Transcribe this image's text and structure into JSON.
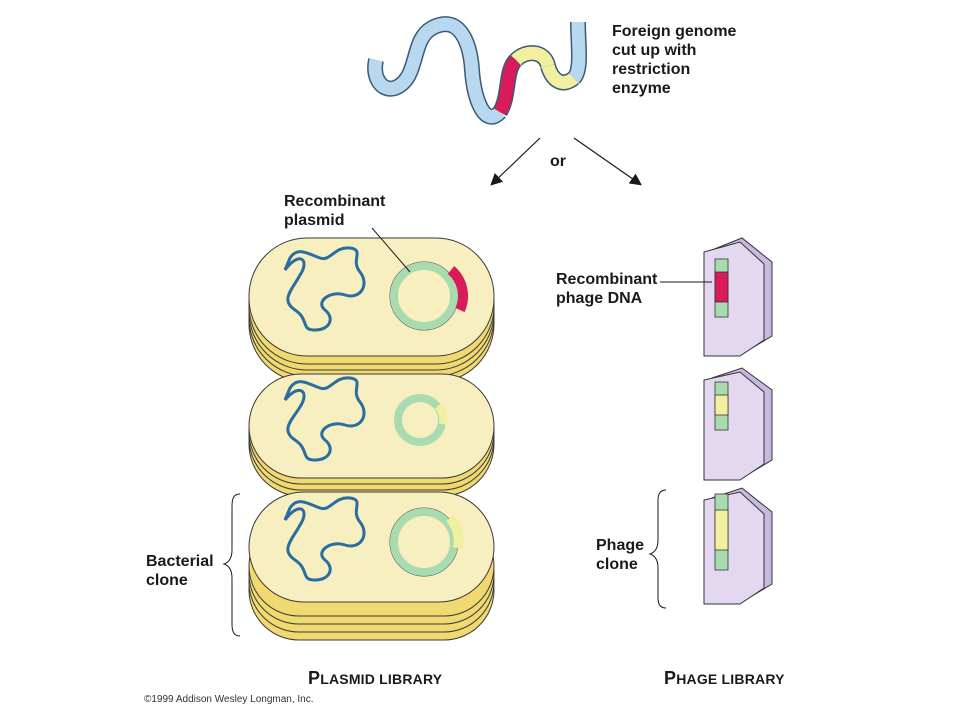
{
  "labels": {
    "foreign_genome": [
      "Foreign genome",
      "cut up with",
      "restriction",
      "enzyme"
    ],
    "or": "or",
    "recombinant_plasmid": [
      "Recombinant",
      "plasmid"
    ],
    "recombinant_phage_dna": [
      "Recombinant",
      "phage DNA"
    ],
    "bacterial_clone": [
      "Bacterial",
      "clone"
    ],
    "phage_clone": [
      "Phage",
      "clone"
    ],
    "plasmid_library": {
      "first": "P",
      "rest": "lasmid library"
    },
    "phage_library": {
      "first": "P",
      "rest": "hage library"
    },
    "copyright": "©1999 Addison Wesley Longman, Inc."
  },
  "colors": {
    "dna_blue": "#b8d8f0",
    "insert_red": "#d81b5a",
    "insert_yellow": "#f2f0a0",
    "cell_fill": "#f7efc0",
    "cell_stack": "#f0d970",
    "chromosome": "#2a6da0",
    "plasmid_green": "#a8dcb0",
    "phage_lilac": "#e4d8f0"
  }
}
